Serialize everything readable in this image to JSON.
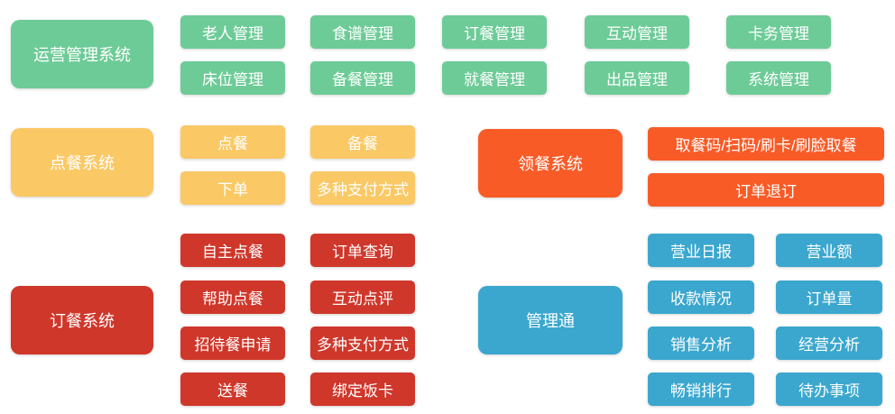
{
  "colors": {
    "operations_green": "#6DCB97",
    "dish_ordering_yellow": "#FAC865",
    "meal_pickup_orange": "#F95B27",
    "meal_booking_red": "#CF372B",
    "management_blue": "#3BA7CE",
    "label_text": "#FFFFFF",
    "background": "#FFFFFF"
  },
  "sections": {
    "operations": {
      "title": "运营管理系统",
      "items": [
        "老人管理",
        "食谱管理",
        "订餐管理",
        "互动管理",
        "卡务管理",
        "床位管理",
        "备餐管理",
        "就餐管理",
        "出品管理",
        "系统管理"
      ]
    },
    "dish_ordering": {
      "title": "点餐系统",
      "items": [
        "点餐",
        "备餐",
        "下单",
        "多种支付方式"
      ]
    },
    "meal_pickup": {
      "title": "领餐系统",
      "items": [
        "取餐码/扫码/刷卡/刷脸取餐",
        "订单退订"
      ]
    },
    "meal_booking": {
      "title": "订餐系统",
      "items": [
        "自主点餐",
        "订单查询",
        "帮助点餐",
        "互动点评",
        "招待餐申请",
        "多种支付方式",
        "送餐",
        "绑定饭卡"
      ]
    },
    "management": {
      "title": "管理通",
      "items": [
        "营业日报",
        "营业额",
        "收款情况",
        "订单量",
        "销售分析",
        "经营分析",
        "畅销排行",
        "待办事项"
      ]
    }
  }
}
